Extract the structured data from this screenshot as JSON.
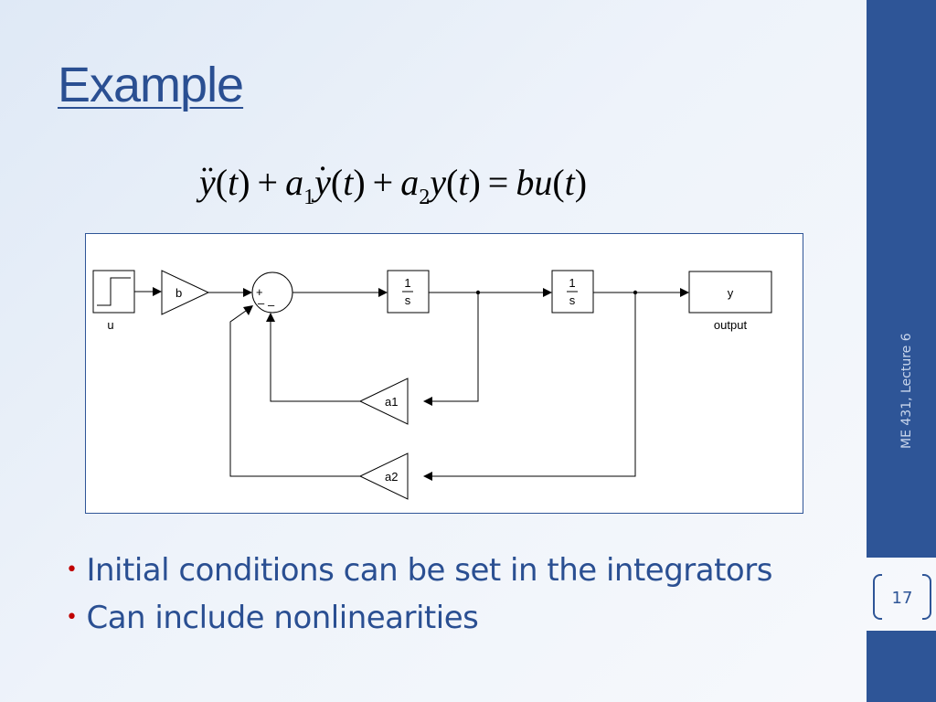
{
  "slide": {
    "title": "Example",
    "equation": {
      "y": "y",
      "t": "t",
      "a": "a",
      "one": "1",
      "two": "2",
      "plus": "+",
      "equals": "=",
      "b": "b",
      "u": "u",
      "open_paren": "(",
      "close_paren": ")"
    },
    "diagram": {
      "step_label": "u",
      "gain_b": "b",
      "sum_plus": "+",
      "sum_minus_1": "–",
      "sum_minus_2": "–",
      "integrator_1_num": "1",
      "integrator_1_den": "s",
      "integrator_2_num": "1",
      "integrator_2_den": "s",
      "scope_label": "y",
      "scope_caption": "output",
      "gain_a1": "a1",
      "gain_a2": "a2"
    },
    "bullets": [
      "Initial conditions can be set in the integrators",
      "Can include nonlinearities"
    ],
    "bullet_symbol": "•",
    "footer": {
      "course": "ME 431,  Lecture 6",
      "page_number": "17"
    }
  },
  "colors": {
    "title": "#2a4f92",
    "sidebar": "#2e5597",
    "bullet_dot": "#c00000"
  }
}
